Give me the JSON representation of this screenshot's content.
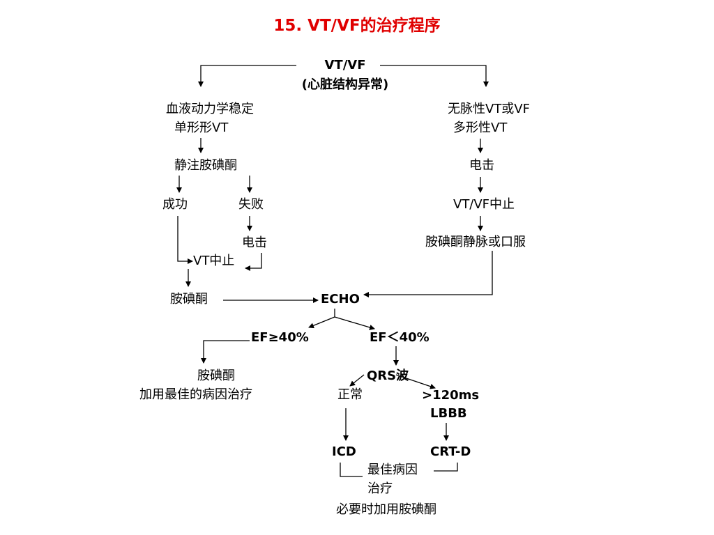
{
  "title": "15. VT/VF的治疗程序",
  "nodes": {
    "root_line1": "VT/VF",
    "root_line2": "(心脏结构异常)",
    "left_branch_line1": "血液动力学稳定",
    "left_branch_line2": "单形形VT",
    "iv_amiodarone": "静注胺碘酮",
    "success": "成功",
    "failure": "失败",
    "shock_left": "电击",
    "vt_terminated": "VT中止",
    "amiodarone": "胺碘酮",
    "right_branch_line1": "无脉性VT或VF",
    "right_branch_line2": "多形性VT",
    "shock_right": "电击",
    "vtvf_terminated": "VT/VF中止",
    "amiodarone_iv_or_oral": "胺碘酮静脉或口服",
    "echo": "ECHO",
    "ef_high": "EF≥40%",
    "ef_low": "EF＜40%",
    "ef_high_result_line1": "胺碘酮",
    "ef_high_result_line2": "加用最佳的病因治疗",
    "qrs_wave": "QRS波",
    "normal": "正常",
    "qrs_wide_line1": ">120ms",
    "qrs_wide_line2": "LBBB",
    "icd": "ICD",
    "crt_d": "CRT-D",
    "best_cause_line1": "最佳病因",
    "best_cause_line2": "治疗",
    "amiodarone_if_needed": "必要时加用胺碘酮"
  },
  "colors": {
    "title": "#e00000",
    "text": "#000000",
    "lines": "#000000"
  }
}
